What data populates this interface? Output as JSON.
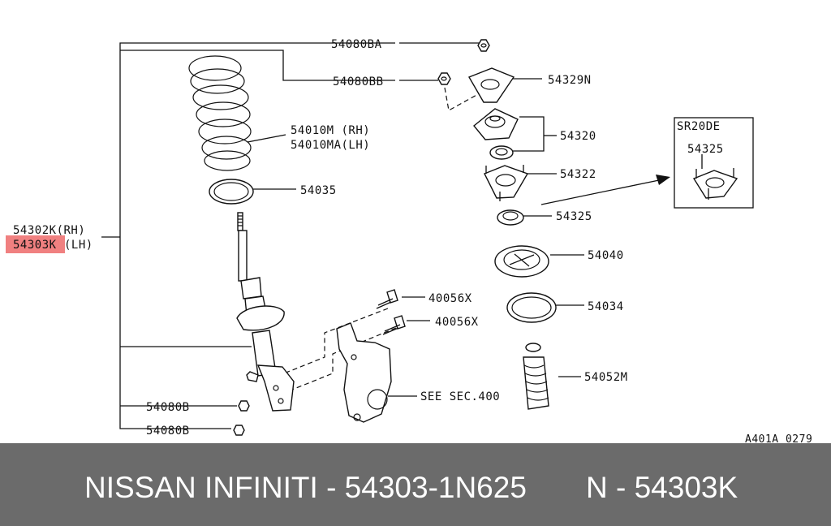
{
  "labels": {
    "nut_ba": "54080BA",
    "nut_bb": "54080BB",
    "mount_insulator": "54329N",
    "spring_rh": "54010M (RH)",
    "spring_lh": "54010MA(LH)",
    "mount_pair": "54320",
    "mount_plate": "54322",
    "bearing": "54325",
    "spring_seat_upper": "54040",
    "spring_seat_lower": "54035",
    "rubber_seat": "54034",
    "bound_bumper": "54052M",
    "bolt_upper": "40056X",
    "bolt_lower": "40056X",
    "knuckle": "SEE SEC.400",
    "strut_nut_upper": "54080B",
    "strut_nut_lower": "54080B",
    "strut_rh": "54302K(RH)",
    "strut_lh_code": "54303K",
    "strut_lh_side": "(LH)",
    "engine_variant": "SR20DE",
    "variant_bearing": "54325",
    "diagram_code": "A401A 0279"
  },
  "highlight_color": "#f08080",
  "footer": {
    "brand_part": "NISSAN INFINITI - 54303-1N625",
    "oem_code": "N - 54303K"
  }
}
